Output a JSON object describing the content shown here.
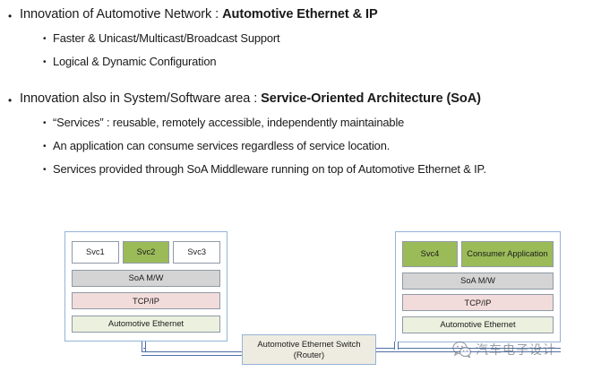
{
  "slide": {
    "bullets": [
      {
        "level": 1,
        "marker": "•",
        "text_plain": "Innovation of Automotive Network : Automotive Ethernet & IP",
        "text_normal": "Innovation of Automotive Network : ",
        "text_bold": "Automotive Ethernet & IP"
      },
      {
        "level": 2,
        "marker": "•",
        "text_plain": "Faster & Unicast/Multicast/Broadcast Support"
      },
      {
        "level": 2,
        "marker": "•",
        "text_plain": "Logical & Dynamic Configuration"
      },
      {
        "level": 1,
        "marker": "•",
        "text_plain": "Innovation also in System/Software area : Service-Oriented Architecture (SoA)",
        "text_normal": "Innovation also in System/Software area : ",
        "text_bold": "Service-Oriented Architecture (SoA)"
      },
      {
        "level": 2,
        "marker": "•",
        "text_plain": "“Services” : reusable, remotely accessible, independently maintainable"
      },
      {
        "level": 2,
        "marker": "•",
        "text_plain": "An application can consume services regardless of service location."
      },
      {
        "level": 2,
        "marker": "•",
        "text_plain": "Services provided through SoA Middleware running on top of Automotive Ethernet & IP."
      }
    ]
  },
  "diagram": {
    "left_node": {
      "services": [
        {
          "label": "Svc1",
          "color": "#ffffff"
        },
        {
          "label": "Svc2",
          "color": "#9bbb59"
        },
        {
          "label": "Svc3",
          "color": "#ffffff"
        }
      ],
      "layers": [
        {
          "label": "SoA M/W",
          "color": "#d4d4d4"
        },
        {
          "label": "TCP/IP",
          "color": "#f2dcdb"
        },
        {
          "label": "Automotive Ethernet",
          "color": "#ebf1de"
        }
      ]
    },
    "right_node": {
      "services": [
        {
          "label": "Svc4",
          "color": "#9bbb59"
        },
        {
          "label": "Consumer Application",
          "color": "#9bbb59"
        }
      ],
      "layers": [
        {
          "label": "SoA M/W",
          "color": "#d4d4d4"
        },
        {
          "label": "TCP/IP",
          "color": "#f2dcdb"
        },
        {
          "label": "Automotive Ethernet",
          "color": "#ebf1de"
        }
      ]
    },
    "switch": {
      "line1": "Automotive Ethernet Switch",
      "line2": "(Router)"
    },
    "colors": {
      "node_border": "#95b3d7",
      "layer_border": "#8f9aa6",
      "connector": "#4f6fa5",
      "accent_green": "#9bbb59",
      "switch_fill": "#eeece1"
    }
  },
  "watermark": {
    "text": "汽车电子设计",
    "icon": "wechat-icon"
  }
}
